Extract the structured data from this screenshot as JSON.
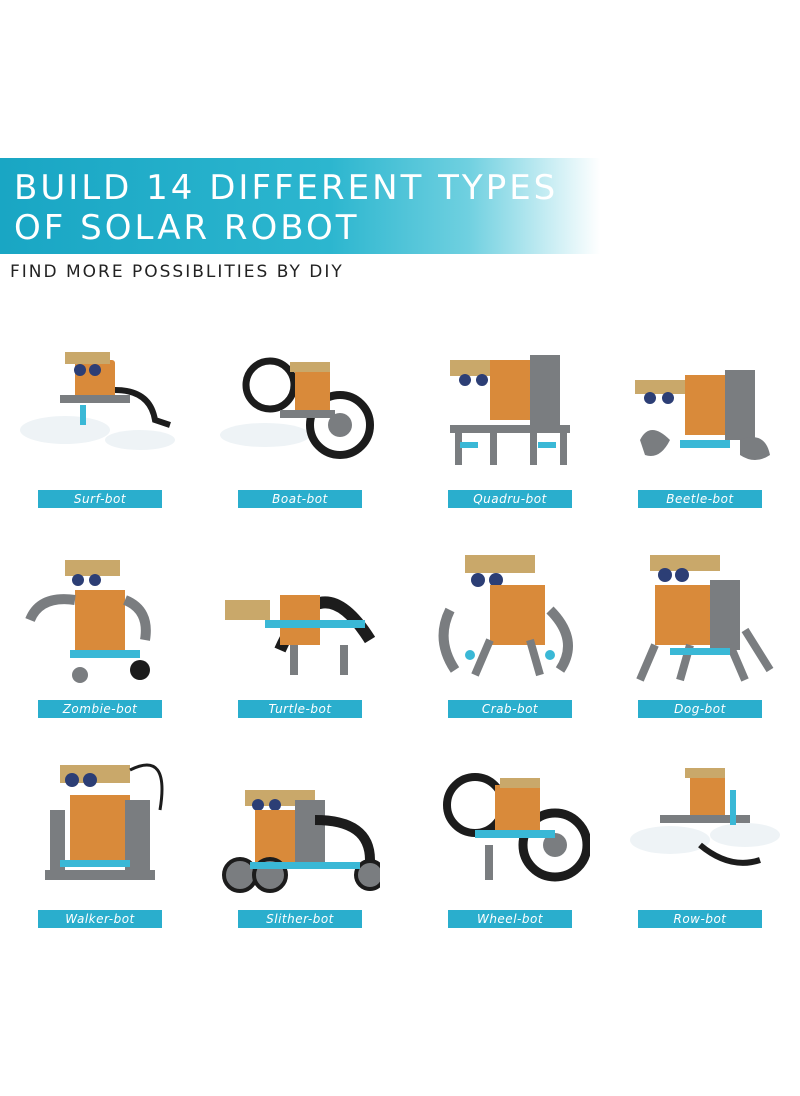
{
  "banner": {
    "line1": "BUILD 14 DIFFERENT TYPES",
    "line2": "OF SOLAR ROBOT"
  },
  "subtitle": "FIND MORE POSSIBLITIES BY DIY",
  "robots": [
    {
      "label": "Surf-bot"
    },
    {
      "label": "Boat-bot"
    },
    {
      "label": "Quadru-bot"
    },
    {
      "label": "Beetle-bot"
    },
    {
      "label": "Zombie-bot"
    },
    {
      "label": "Turtle-bot"
    },
    {
      "label": "Crab-bot"
    },
    {
      "label": "Dog-bot"
    },
    {
      "label": "Walker-bot"
    },
    {
      "label": "Slither-bot"
    },
    {
      "label": "Wheel-bot"
    },
    {
      "label": "Row-bot"
    }
  ],
  "colors": {
    "accent": "#2aaecd",
    "panel": "#c9a86a",
    "body_orange": "#d98a3a",
    "frame_gray": "#7a7d80",
    "part_blue": "#3ab8d6",
    "wheel_black": "#1c1c1c"
  }
}
